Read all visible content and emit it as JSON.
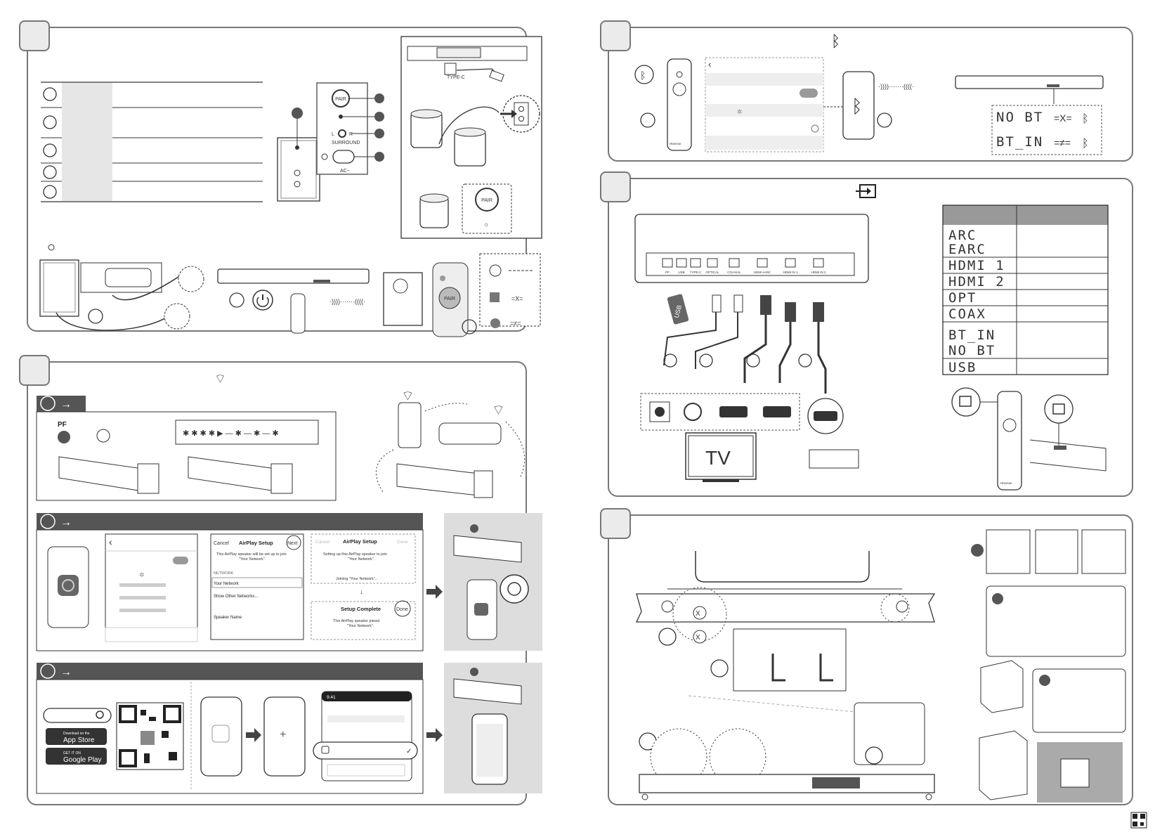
{
  "panel1": {
    "labels": {
      "pair": "PAIR",
      "surround": "SURROUND",
      "l": "L",
      "r": "R",
      "ac": "AC~",
      "pair_small": "PAIR",
      "pair_big": "PAIR",
      "typec": "TYPE-C"
    }
  },
  "panel2": {
    "step_a": {
      "pf": "PF"
    },
    "airplay": {
      "screen3_cancel": "Cancel",
      "screen3_title": "AirPlay Setup",
      "screen3_next": "Next",
      "screen3_text1": "This AirPlay speaker will be set up to join",
      "screen3_text2": "\"Your Network\".",
      "screen3_network_header": "NETWORK",
      "screen3_network": "Your Network",
      "screen3_other": "Show Other Networks...",
      "screen3_speaker": "Speaker Name",
      "screen4_cancel": "Cancel",
      "screen4_title": "AirPlay Setup",
      "screen4_done_faded": "Done",
      "screen4_text1": "Setting up this AirPlay speaker to join",
      "screen4_text2": "\"Your Network\".",
      "screen4_joining": "Joining \"Your Network\"...",
      "screen4_complete": "Setup Complete",
      "screen4_done": "Done",
      "screen4_text3": "This AirPlay speaker joined",
      "screen4_text4": "\"Your Network\"."
    },
    "app": {
      "appstore_small": "Download on the",
      "appstore": "App Store",
      "googleplay_small": "GET IT ON",
      "googleplay": "Google Play",
      "time": "9:41"
    }
  },
  "panel3": {
    "lcd_no_bt": "NO BT",
    "lcd_bt_in": "BT_IN",
    "remote_brand": "Hisense"
  },
  "panel4": {
    "ports": [
      "PF",
      "USB",
      "TYPE-C",
      "OPTICAL",
      "COAXIAL",
      "HDMI eARC",
      "HDMI IN 1",
      "HDMI IN 2"
    ],
    "usb_stick": "USB",
    "tv": "TV",
    "input_table": [
      "ARC",
      "EARC",
      "HDMI 1",
      "HDMI 2",
      "OPT",
      "COAX",
      "BT_IN",
      "NO BT",
      "USB"
    ],
    "remote_brand": "Hisense"
  },
  "panel5": {}
}
